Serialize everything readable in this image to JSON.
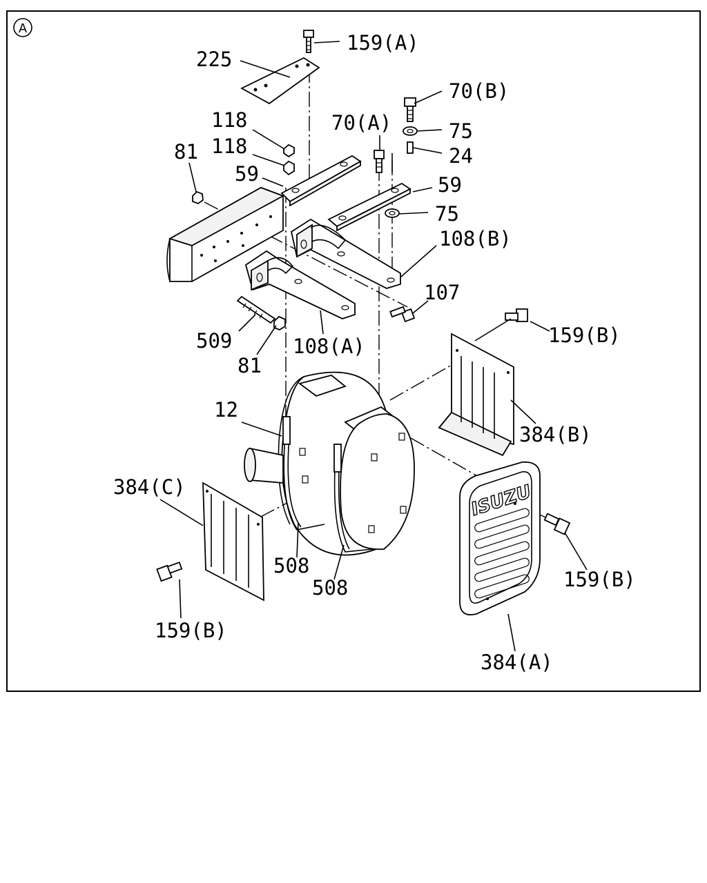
{
  "section_marker": "A",
  "brand_logo": "ISUZU",
  "labels": {
    "l159a": "159(A)",
    "l225": "225",
    "l70b": "70(B)",
    "l118a": "118",
    "l118b": "118",
    "l70a": "70(A)",
    "l75a": "75",
    "l81a": "81",
    "l24": "24",
    "l59a": "59",
    "l59b": "59",
    "l75b": "75",
    "l108b": "108(B)",
    "l107": "107",
    "l159b1": "159(B)",
    "l509": "509",
    "l108a": "108(A)",
    "l81b": "81",
    "l12": "12",
    "l384b": "384(B)",
    "l384c": "384(C)",
    "l508a": "508",
    "l508b": "508",
    "l159b2": "159(B)",
    "l159b3": "159(B)",
    "l384a": "384(A)"
  }
}
